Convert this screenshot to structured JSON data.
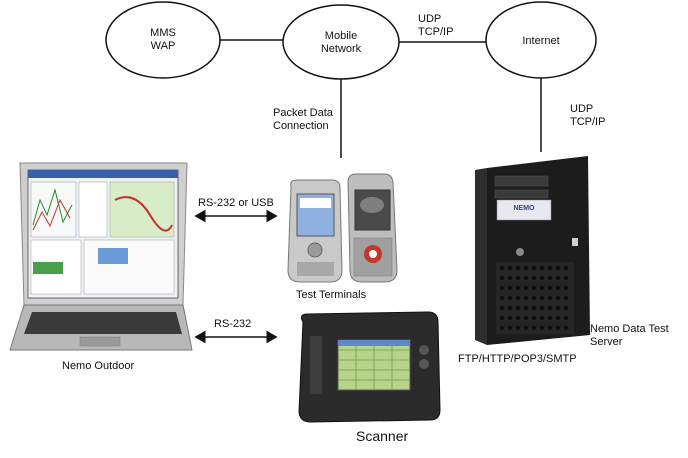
{
  "nodes": {
    "mms_wap": {
      "line1": "MMS",
      "line2": "WAP"
    },
    "mobile_network": {
      "line1": "Mobile",
      "line2": "Network"
    },
    "internet": {
      "label": "Internet"
    }
  },
  "links": {
    "mobile_internet": {
      "line1": "UDP",
      "line2": "TCP/IP"
    },
    "internet_server": {
      "line1": "UDP",
      "line2": "TCP/IP"
    },
    "network_terminals": {
      "line1": "Packet Data",
      "line2": "Connection"
    },
    "laptop_terminals": {
      "label": "RS-232 or USB"
    },
    "laptop_scanner": {
      "label": "RS-232"
    }
  },
  "devices": {
    "laptop": {
      "label": "Nemo Outdoor"
    },
    "terminals": {
      "label": "Test Terminals"
    },
    "scanner": {
      "label": "Scanner"
    },
    "server": {
      "line1": "Nemo Data Test",
      "line2": "Server",
      "protocols": "FTP/HTTP/POP3/SMTP",
      "badge": "NEMO"
    }
  },
  "colors": {
    "line": "#111111",
    "device_dark": "#1c1c1c",
    "device_silver": "#b9b9b9",
    "screen_blue": "#5f88c8"
  }
}
